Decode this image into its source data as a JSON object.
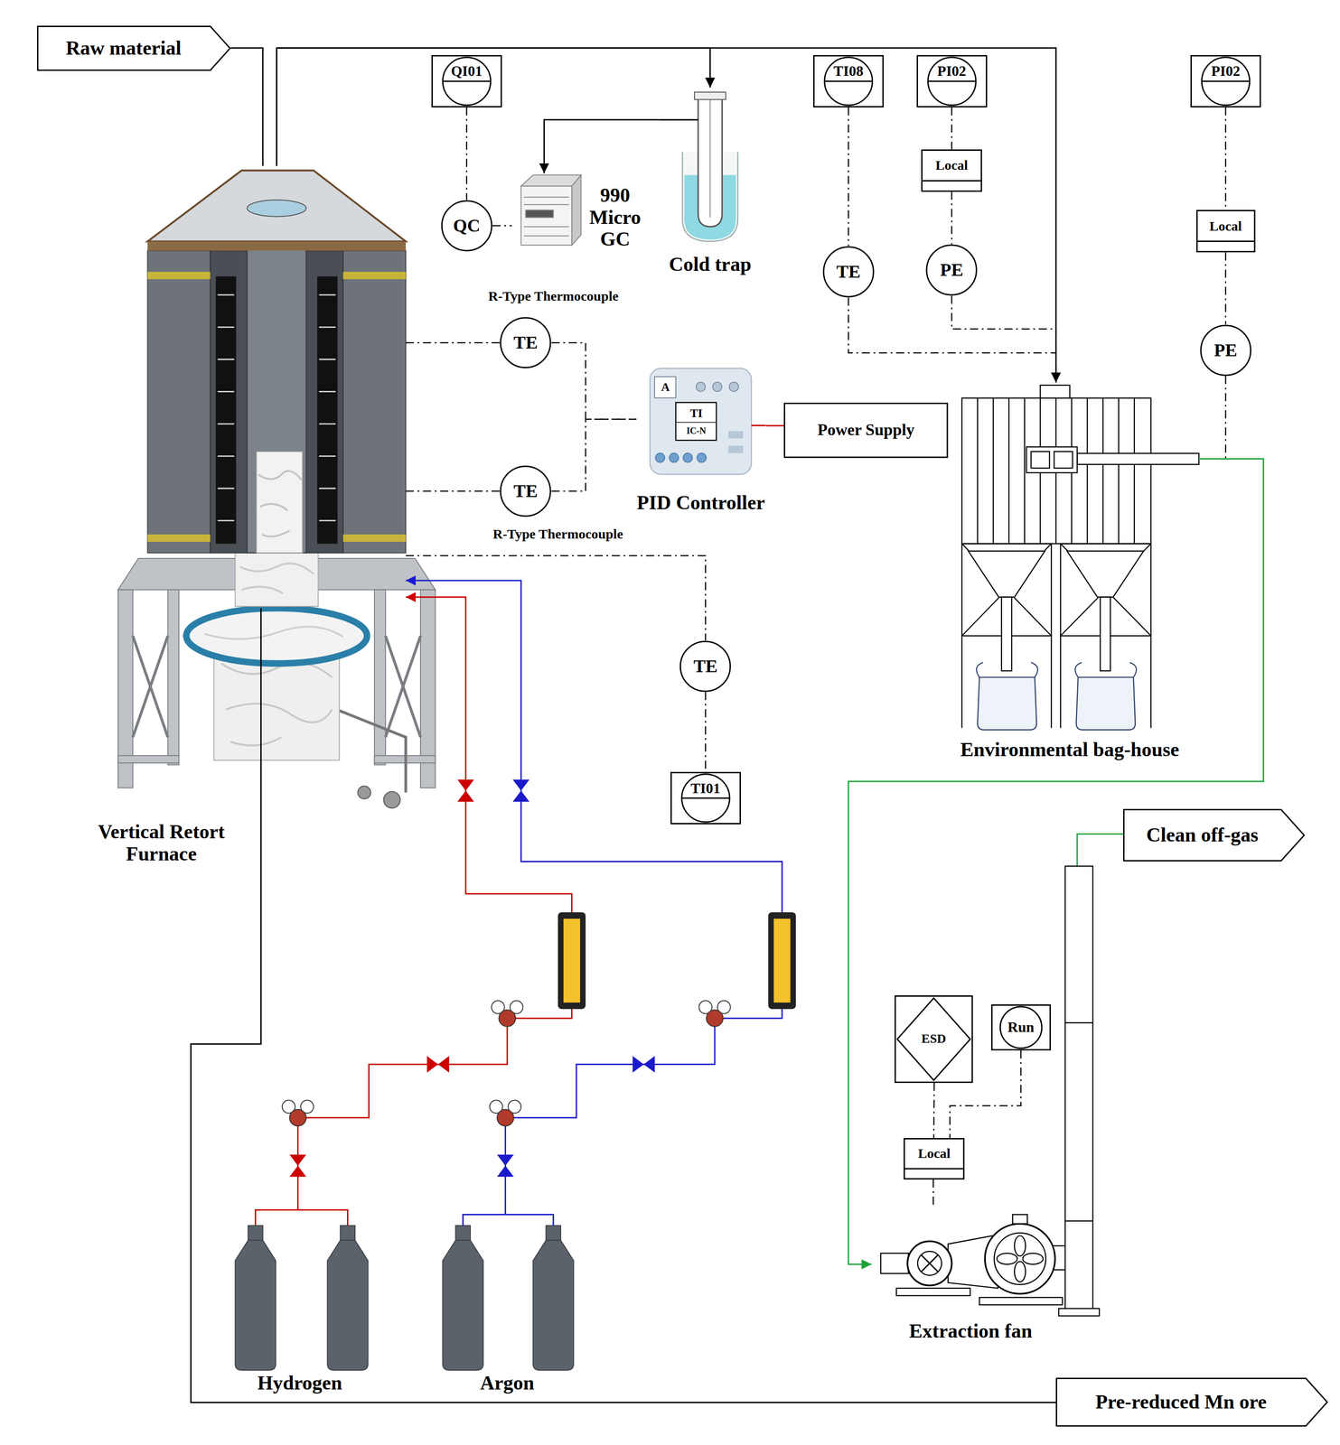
{
  "diagram": {
    "nodes": [
      {
        "text": [
          "Raw material"
        ]
      },
      {
        "text": [
          "QI01"
        ]
      },
      {
        "text": [
          "QC"
        ]
      },
      {
        "text": [
          "990 Micro GC"
        ]
      },
      {
        "text": [
          "Cold trap"
        ]
      },
      {
        "text": [
          "TI08"
        ]
      },
      {
        "text": [
          "PI02"
        ]
      },
      {
        "text": [
          "Local"
        ]
      },
      {
        "text": [
          "TE"
        ]
      },
      {
        "text": [
          "PE"
        ]
      },
      {
        "text": [
          "PI02"
        ]
      },
      {
        "text": [
          "Local"
        ]
      },
      {
        "text": [
          "PE"
        ]
      },
      {
        "text": [
          "TE"
        ]
      },
      {
        "text": [
          "A",
          "TI",
          "IC-N",
          "PID Controller"
        ]
      },
      {
        "text": [
          "Power Supply"
        ]
      },
      {
        "text": [
          "TE"
        ]
      },
      {
        "text": [
          "TE"
        ]
      },
      {
        "text": [
          "TI01"
        ]
      },
      {
        "text": [
          "Environmental bag-house"
        ]
      },
      {
        "text": [
          "Vertical Retort Furnace"
        ]
      },
      {
        "text": [
          "Hydrogen"
        ]
      },
      {
        "text": [
          "Argon"
        ]
      },
      {
        "text": [
          "Clean off-gas"
        ]
      },
      {
        "text": [
          "ESD"
        ]
      },
      {
        "text": [
          "Run"
        ]
      },
      {
        "text": [
          "Local"
        ]
      },
      {
        "text": [
          "Extraction fan"
        ]
      },
      {
        "text": [
          "Pre-reduced Mn ore"
        ]
      }
    ],
    "edges": [
      {
        "from": 0,
        "to": 20,
        "arrow": "none"
      },
      {
        "from": 20,
        "to": 19,
        "arrow": "to"
      },
      {
        "from": 20,
        "to": 4,
        "arrow": "to"
      },
      {
        "from": 4,
        "to": 3,
        "arrow": "to"
      },
      {
        "from": 1,
        "to": 2,
        "arrow": "none"
      },
      {
        "from": 2,
        "to": 3,
        "arrow": "none"
      },
      {
        "from": 5,
        "to": 8,
        "arrow": "none"
      },
      {
        "from": 8,
        "to": 19,
        "arrow": "none"
      },
      {
        "from": 6,
        "to": 7,
        "arrow": "none"
      },
      {
        "from": 7,
        "to": 9,
        "arrow": "none"
      },
      {
        "from": 9,
        "to": 19,
        "arrow": "none"
      },
      {
        "from": 10,
        "to": 11,
        "arrow": "none"
      },
      {
        "from": 11,
        "to": 12,
        "arrow": "none"
      },
      {
        "from": 12,
        "to": 19,
        "arrow": "none"
      },
      {
        "from": 20,
        "to": 13,
        "arrow": "none"
      },
      {
        "from": 13,
        "to": 14,
        "arrow": "none"
      },
      {
        "from": 20,
        "to": 16,
        "arrow": "none"
      },
      {
        "from": 16,
        "to": 14,
        "arrow": "none"
      },
      {
        "from": 14,
        "to": 15,
        "arrow": "none"
      },
      {
        "from": 20,
        "to": 17,
        "arrow": "none"
      },
      {
        "from": 17,
        "to": 18,
        "arrow": "none"
      },
      {
        "from": 21,
        "to": 20,
        "arrow": "to"
      },
      {
        "from": 22,
        "to": 20,
        "arrow": "to"
      },
      {
        "from": 19,
        "to": 27,
        "arrow": "to"
      },
      {
        "from": 27,
        "to": 23,
        "arrow": "none"
      },
      {
        "from": 24,
        "to": 26,
        "arrow": "none"
      },
      {
        "from": 25,
        "to": 26,
        "arrow": "none"
      },
      {
        "from": 26,
        "to": 27,
        "arrow": "none"
      },
      {
        "from": 20,
        "to": 28,
        "arrow": "none"
      }
    ],
    "labels": [
      "R-Type Thermocouple",
      "R-Type Thermocouple"
    ]
  }
}
